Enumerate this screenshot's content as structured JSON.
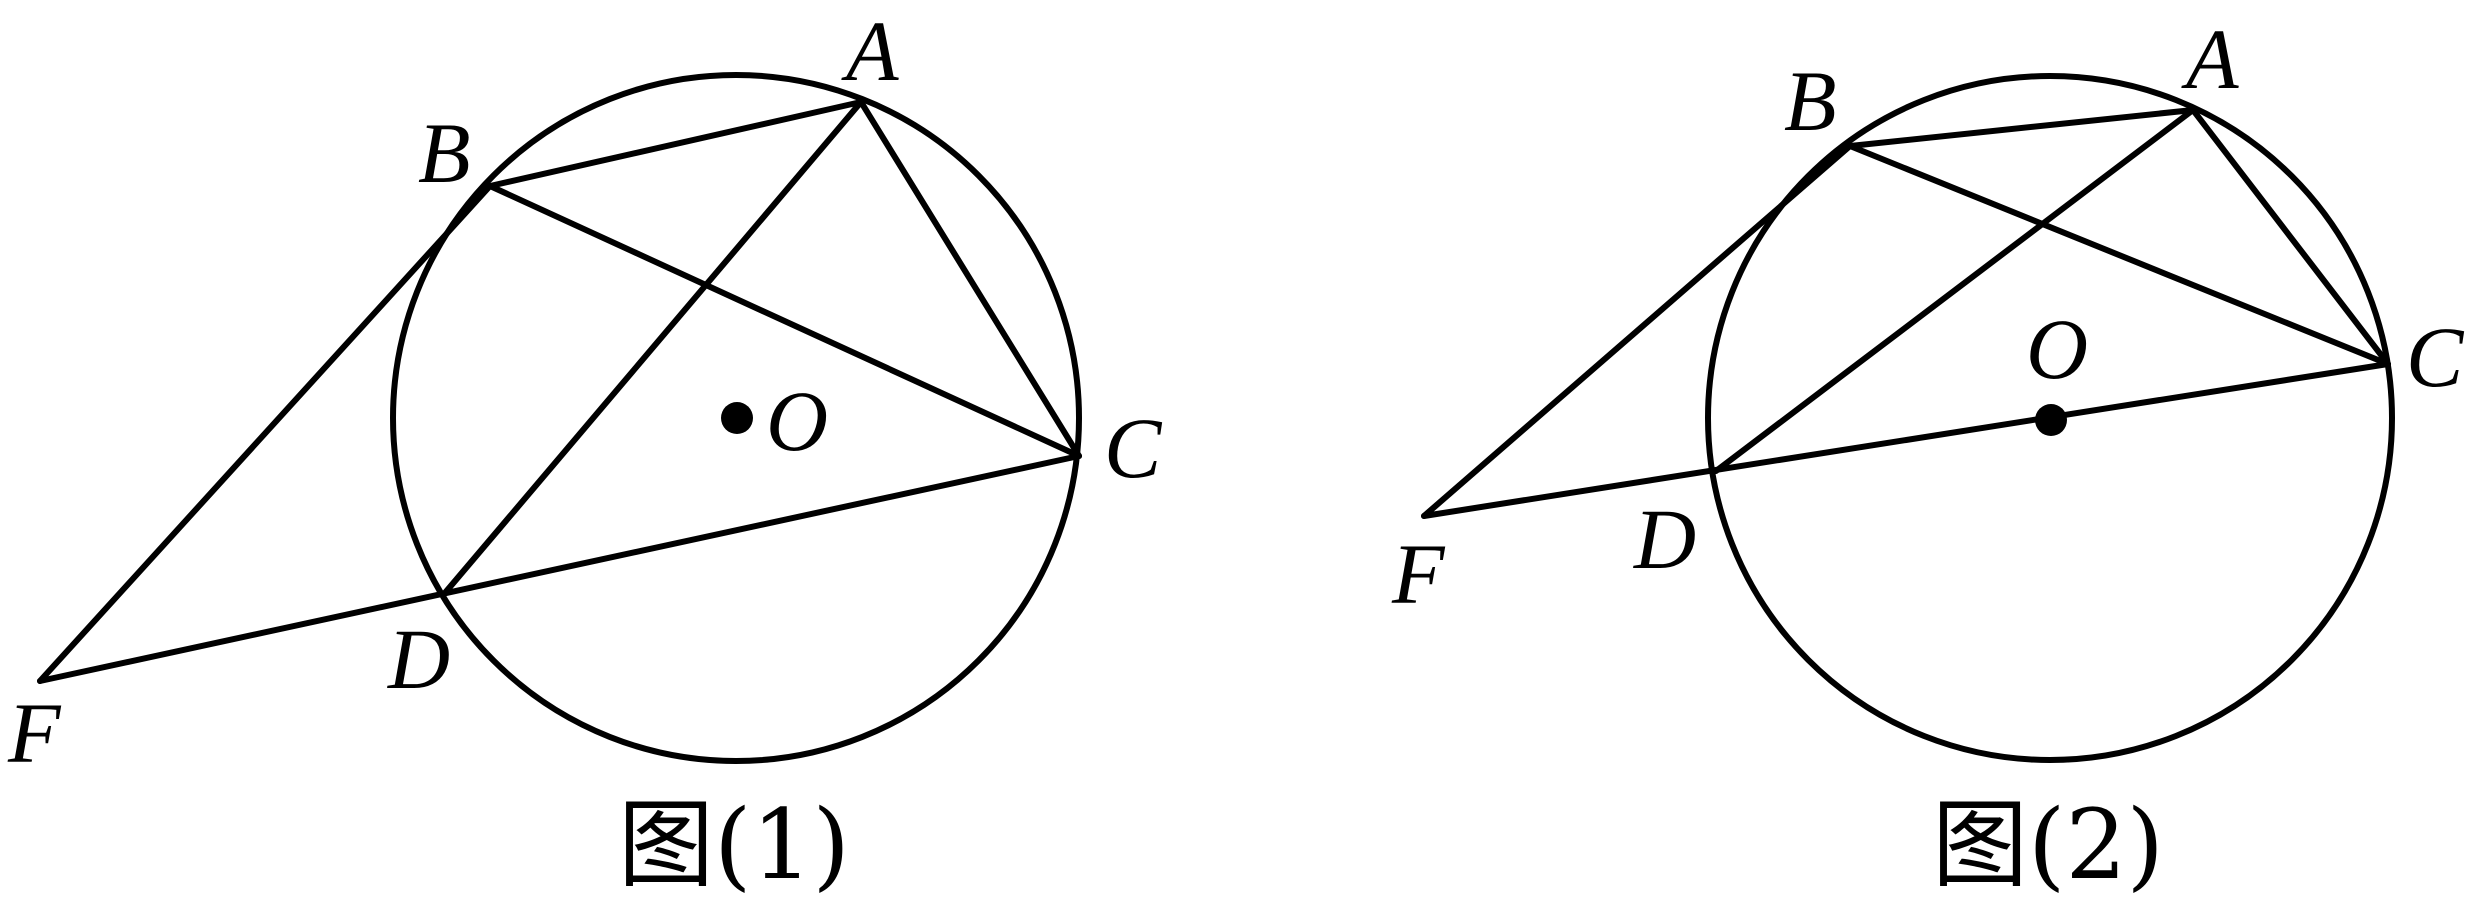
{
  "figure_1": {
    "caption": "图(1)",
    "labels": {
      "A": "A",
      "B": "B",
      "C": "C",
      "D": "D",
      "F": "F",
      "O": "O"
    }
  },
  "figure_2": {
    "caption": "图(2)",
    "labels": {
      "A": "A",
      "B": "B",
      "C": "C",
      "D": "D",
      "F": "F",
      "O": "O"
    }
  }
}
